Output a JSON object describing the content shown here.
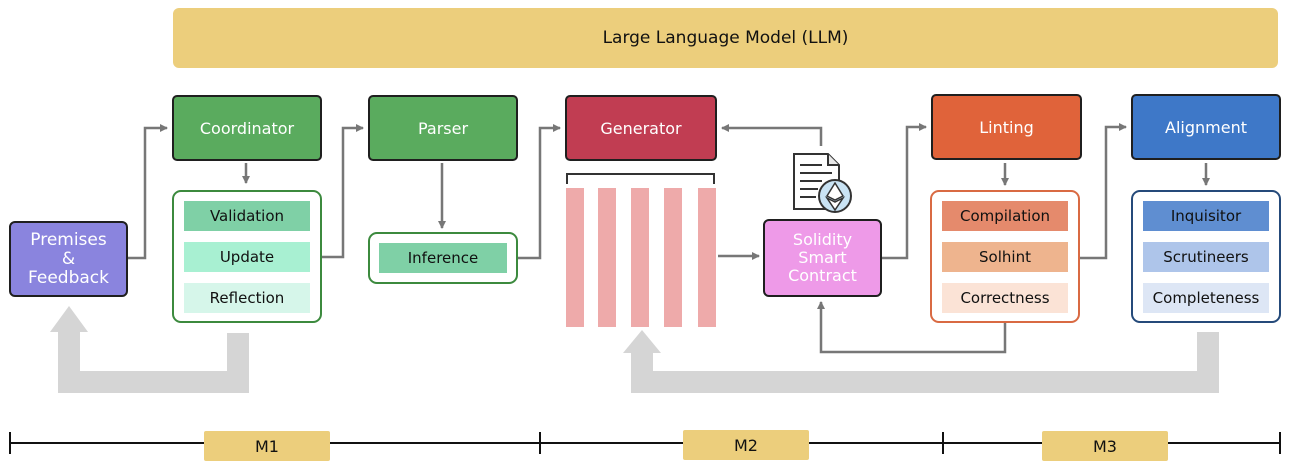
{
  "llm": {
    "label": "Large Language Model (LLM)"
  },
  "m1": {
    "coordinator": "Coordinator",
    "coordinator_items": [
      "Validation",
      "Update",
      "Reflection"
    ],
    "parser": "Parser",
    "parser_items": [
      "Inference"
    ]
  },
  "premises": {
    "line1": "Premises",
    "line2": "&",
    "line3": "Feedback"
  },
  "m2": {
    "generator": "Generator",
    "solidity": {
      "line1": "Solidity",
      "line2": "Smart",
      "line3": "Contract"
    }
  },
  "m3": {
    "linting": "Linting",
    "linting_items": [
      "Compilation",
      "Solhint",
      "Correctness"
    ],
    "alignment": "Alignment",
    "alignment_items": [
      "Inquisitor",
      "Scrutineers",
      "Completeness"
    ]
  },
  "timeline": {
    "milestones": [
      "M1",
      "M2",
      "M3"
    ]
  },
  "colors": {
    "llm": "#ecce7c",
    "green_head": "#5aab5e",
    "generator": "#c13d52",
    "linting": "#e0633a",
    "alignment": "#3e78c8",
    "premises": "#8a84de",
    "solidity": "#ee9ae8",
    "token_bars": "#eeaaaa"
  }
}
